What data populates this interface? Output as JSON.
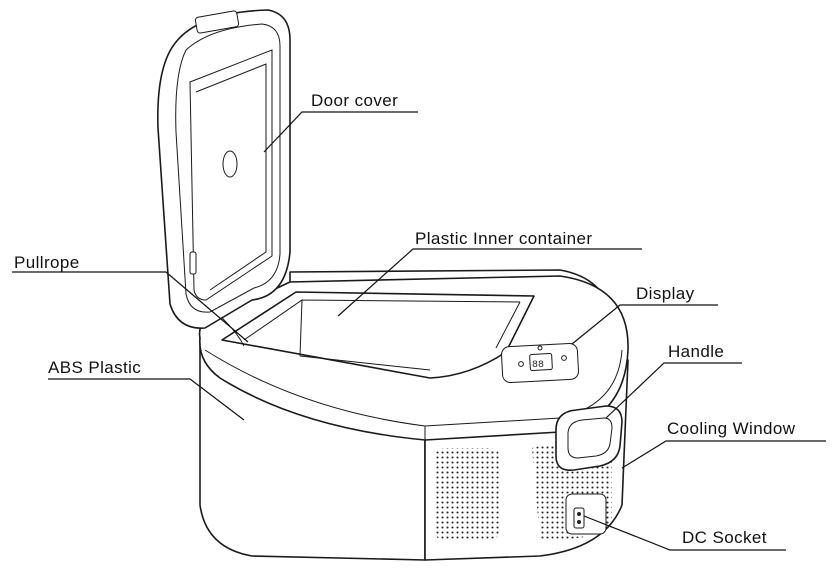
{
  "labels": {
    "door_cover": "Door cover",
    "plastic_inner_container": "Plastic Inner container",
    "pull_rope": "Pullrope",
    "display": "Display",
    "abs_plastic": "ABS Plastic",
    "handle": "Handle",
    "cooling_window": "Cooling Window",
    "dc_socket": "DC Socket"
  }
}
